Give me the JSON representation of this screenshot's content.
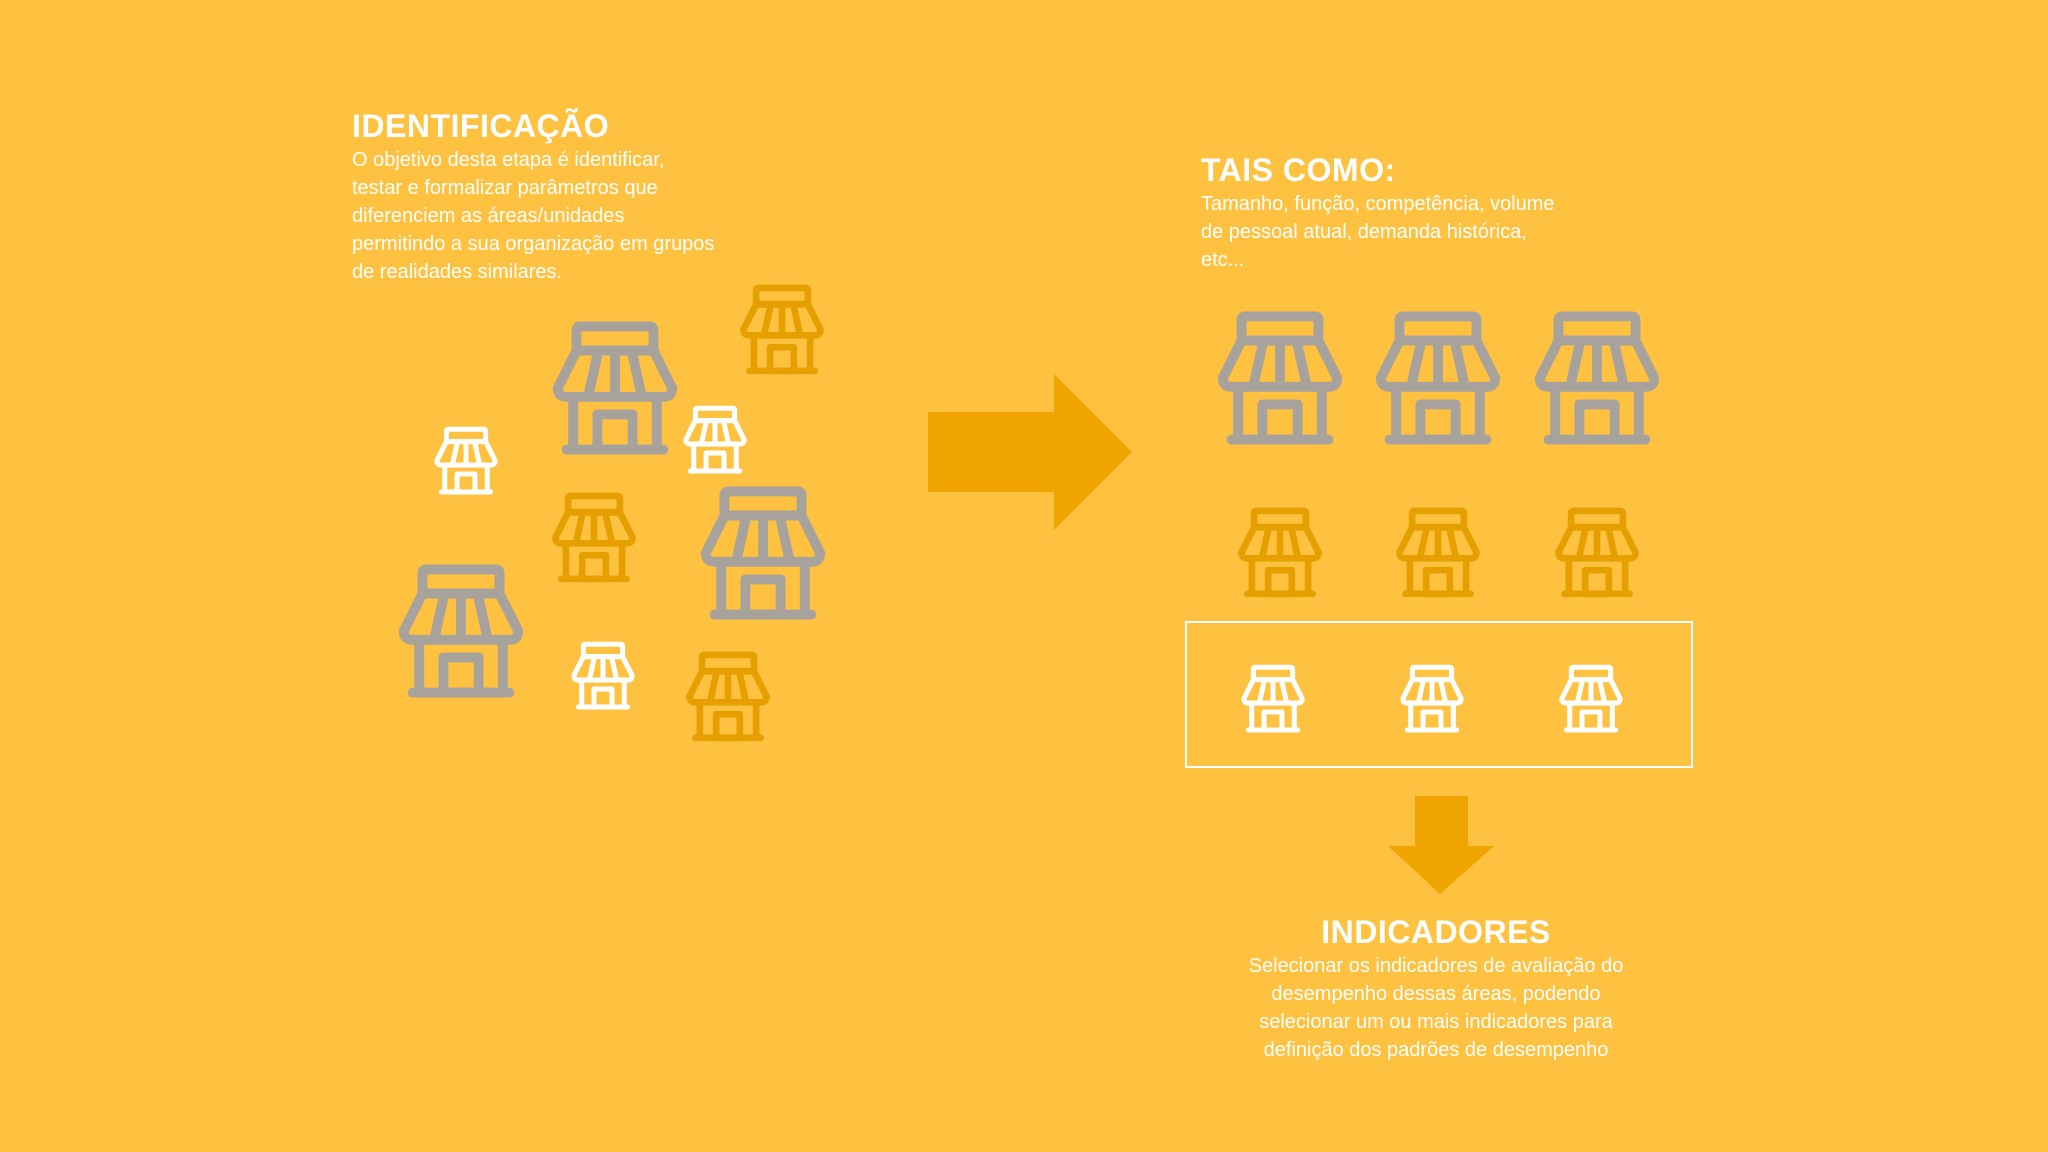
{
  "identificacao": {
    "title": "IDENTIFICAÇÃO",
    "lines": [
      "O objetivo desta etapa é identificar,",
      "testar e formalizar parâmetros que",
      "diferenciem as áreas/unidades",
      "permitindo a sua organização em grupos",
      "de realidades similares."
    ]
  },
  "tais_como": {
    "title": "TAIS COMO:",
    "lines": [
      "Tamanho, função, competência, volume",
      "de pessoal atual, demanda histórica,",
      "etc..."
    ]
  },
  "indicadores": {
    "title": "INDICADORES",
    "lines": [
      "Selecionar os indicadores de avaliação do",
      "desempenho dessas áreas, podendo",
      "selecionar um ou mais indicadores para",
      "definição dos padrões de desempenho"
    ]
  },
  "colors": {
    "background": "#FEC140",
    "arrow": "#F0A400",
    "store_gray": "#A7A39C",
    "store_orange": "#E5A000",
    "store_white": "#FFFFFF",
    "text": "#FFFFFF"
  },
  "icon": "store-icon"
}
